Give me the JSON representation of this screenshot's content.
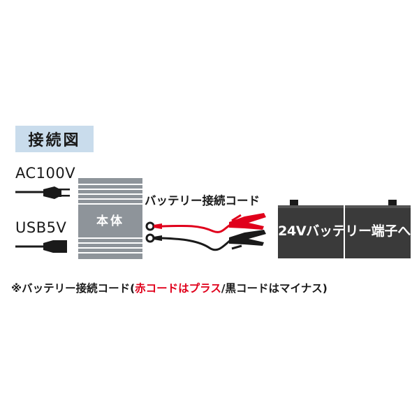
{
  "title": "接続図",
  "inputs": {
    "ac_label": "AC100V",
    "usb_label": "USB5V"
  },
  "unit": {
    "label": "本体"
  },
  "cord": {
    "label": "バッテリー接続コード"
  },
  "battery": {
    "label": "24Vバッテリー端子へ"
  },
  "note": {
    "prefix": "※バッテリー接続コード(",
    "red_part": "赤コードはプラス",
    "suffix": "/黒コードはマイナス)"
  },
  "colors": {
    "title_bg": "#c9dcec",
    "unit_gray": "#8e949a",
    "battery_dark": "#3a3a3a",
    "red_cord": "#e0001b",
    "black_cord": "#1a1a1a"
  },
  "icons": [
    "ac-plug-icon",
    "usb-plug-icon",
    "ring-terminal-icon",
    "alligator-clip-icon",
    "battery-terminal-icon"
  ]
}
